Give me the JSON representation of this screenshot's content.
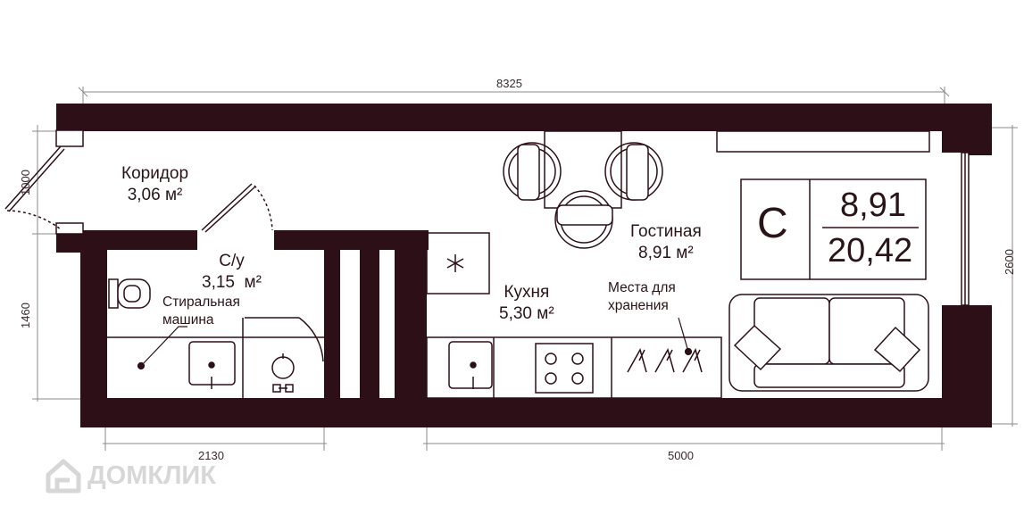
{
  "colors": {
    "wall": "#2d0f17",
    "line": "#2d0f17",
    "fill": "#ffffff",
    "dim_line": "#888888"
  },
  "dimensions": {
    "top": "8325",
    "left_door": "1000",
    "left_bath": "1460",
    "right": "2600",
    "bottom_left": "2130",
    "bottom_right": "5000"
  },
  "rooms": {
    "corridor": {
      "name": "Коридор",
      "area": "3,06 м²"
    },
    "bathroom": {
      "name": "С/у",
      "area": "3,15  м²"
    },
    "kitchen": {
      "name": "Кухня",
      "area": "5,30 м²"
    },
    "living": {
      "name": "Гостиная",
      "area": "8,91 м²"
    }
  },
  "notes": {
    "washer_line1": "Стиральная",
    "washer_line2": "машина",
    "storage_line1": "Места для",
    "storage_line2": "хранения"
  },
  "badge": {
    "letter": "С",
    "living_area": "8,91",
    "total_area": "20,42"
  },
  "icons": {
    "fridge": "snowflake-icon",
    "watermark": "house-logo-icon"
  },
  "watermark": {
    "text": "ДОМКЛИК"
  }
}
